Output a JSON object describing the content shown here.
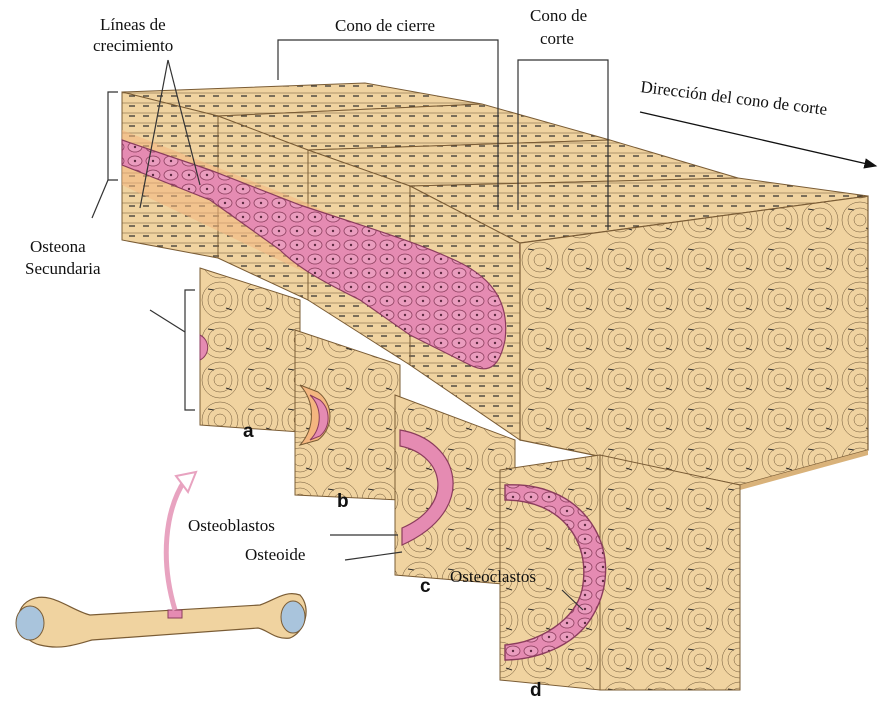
{
  "labels": {
    "growth_lines_1": "Líneas de",
    "growth_lines_2": "crecimiento",
    "closing_cone": "Cono de cierre",
    "cutting_cone_1": "Cono de",
    "cutting_cone_2": "corte",
    "direction": "Dirección del cono de corte",
    "secondary_osteon_1": "Osteona",
    "secondary_osteon_2": "Secundaria",
    "osteoblasts": "Osteoblastos",
    "osteoid": "Osteoide",
    "osteoclasts": "Osteoclastos"
  },
  "section_letters": [
    "a",
    "b",
    "c",
    "d"
  ],
  "colors": {
    "bone": "#f0d3a0",
    "bone_dark": "#d9b27a",
    "lamella_orange": "#f4b67f",
    "cells_pink": "#e58bb2",
    "cell_outline": "#8a3c5c",
    "epiphysis_blue": "#a9c4dc",
    "arrow_pink": "#e8a3c0"
  },
  "icons": [
    "arrow-right-icon",
    "arrow-up-icon",
    "long-bone-icon"
  ]
}
